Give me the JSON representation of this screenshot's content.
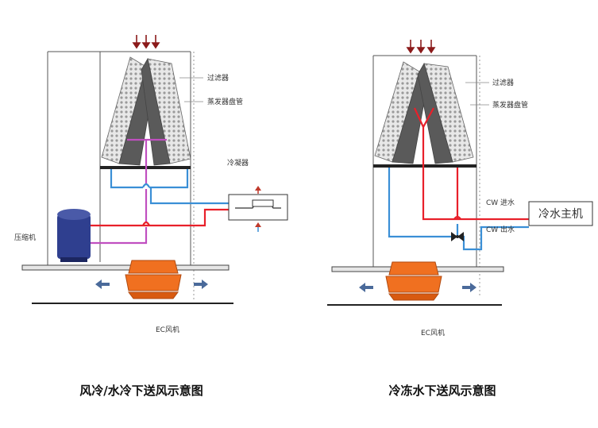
{
  "left_diagram": {
    "caption": "风冷/水冷下送风示意图",
    "labels": {
      "filter": "过滤器",
      "evaporator_coil": "蒸发器盘管",
      "condenser": "冷凝器",
      "compressor": "压缩机",
      "fan": "EC风机"
    }
  },
  "right_diagram": {
    "caption": "冷冻水下送风示意图",
    "labels": {
      "filter": "过滤器",
      "evaporator_coil": "蒸发器盘管",
      "cw_in": "CW 进水",
      "cw_out": "CW 出水",
      "chiller": "冷水主机",
      "fan": "EC风机"
    }
  },
  "colors": {
    "water_red": "#e8202a",
    "water_blue": "#3a8fd6",
    "refrigerant_purple": "#c04fc0",
    "coil_dark": "#555555",
    "fan_orange": "#f07020",
    "compressor_blue": "#2f3f8f",
    "airflow_arrow": "#8b1a1a",
    "side_arrow": "#4a6a9a"
  }
}
